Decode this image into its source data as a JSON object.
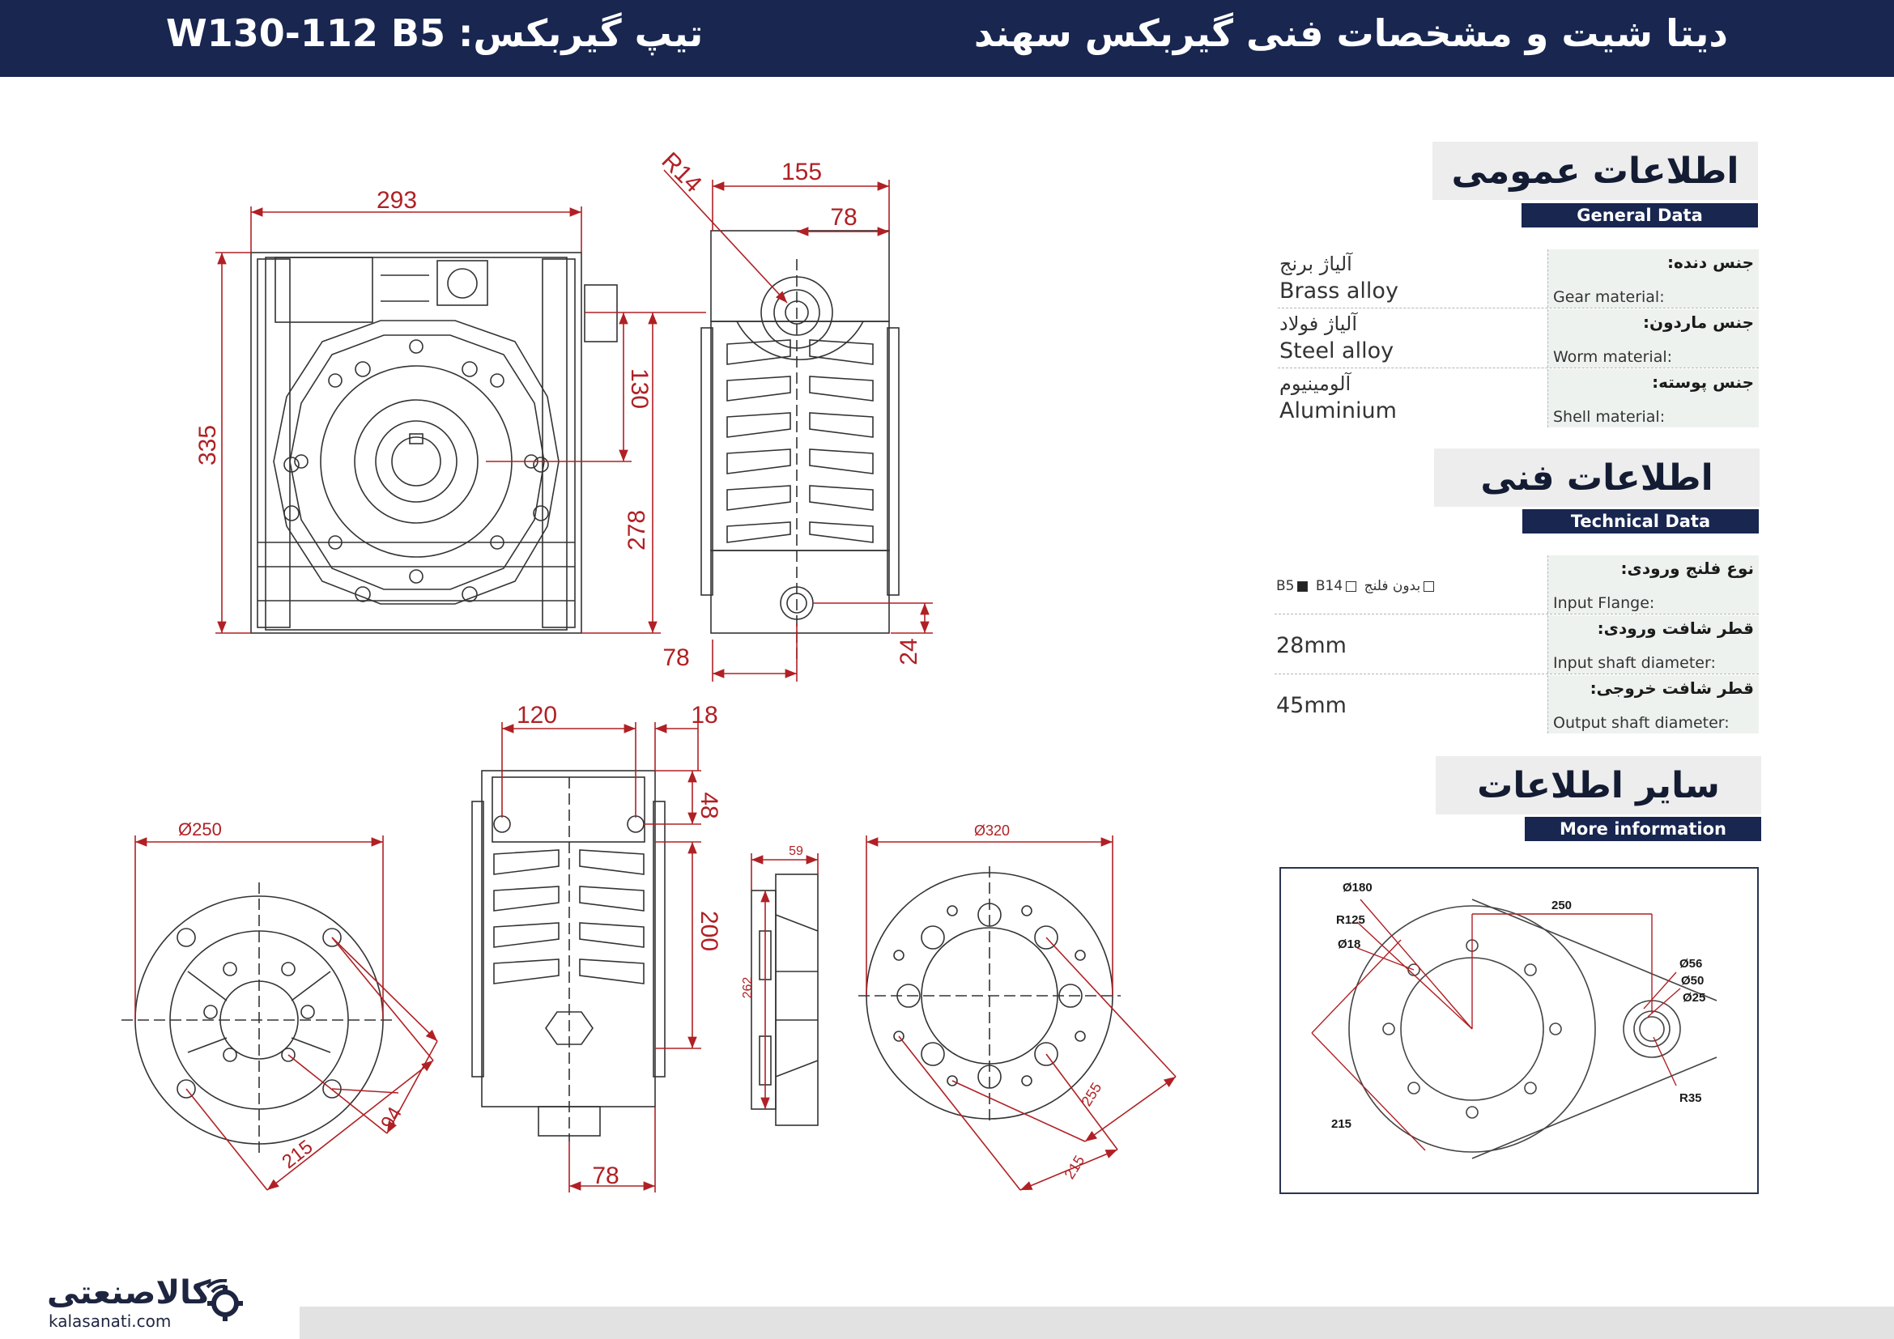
{
  "header": {
    "title": "دیتا شیت و مشخصات فنی گیربکس سهند",
    "gearbox_type": "تیپ گیربکس: W130-112 B5"
  },
  "colors": {
    "navy": "#182650",
    "dim_red": "#b02024",
    "line": "#333333",
    "panel_grey": "#ededed"
  },
  "dimensions": {
    "d293": "293",
    "d155": "155",
    "d78a": "78",
    "r14": "R14",
    "d335": "335",
    "d130": "130",
    "d278": "278",
    "d78b": "78",
    "d24": "24",
    "d120": "120",
    "d18": "18",
    "d48": "48",
    "d200": "200",
    "d78c": "78",
    "dia250": "Ø250",
    "d94": "94",
    "d215a": "215",
    "d59": "59",
    "d262": "262",
    "dia320": "Ø320",
    "d255": "255",
    "d215b": "215"
  },
  "general": {
    "title": "اطلاعات عمومی",
    "subtitle": "General Data",
    "rows": [
      {
        "label_fa": "جنس دنده:",
        "label_en": "Gear material:",
        "value_fa": "آلیاژ برنج",
        "value_en": "Brass alloy"
      },
      {
        "label_fa": "جنس ماردون:",
        "label_en": "Worm material:",
        "value_fa": "آلیاژ فولاد",
        "value_en": "Steel alloy"
      },
      {
        "label_fa": "جنس پوسته:",
        "label_en": "Shell material:",
        "value_fa": "آلومینیوم",
        "value_en": "Aluminium"
      }
    ]
  },
  "technical": {
    "title": "اطلاعات فنی",
    "subtitle": "Technical Data",
    "flange": {
      "label_fa": "نوع فلنج ورودی:",
      "label_en": "Input Flange:",
      "opt_b5": "B5",
      "opt_b14": "B14",
      "opt_none": "بدون فلنج",
      "b5_checked": true,
      "b14_checked": false,
      "none_checked": false
    },
    "input_shaft": {
      "label_fa": "قطر شافت ورودی:",
      "label_en": "Input shaft diameter:",
      "value": "28mm"
    },
    "output_shaft": {
      "label_fa": "قطر شافت خروجی:",
      "label_en": "Output shaft diameter:",
      "value": "45mm"
    }
  },
  "more": {
    "title": "سایر اطلاعات",
    "subtitle": "More information",
    "labels": {
      "dia180": "Ø180",
      "r125": "R125",
      "dia18": "Ø18",
      "d250": "250",
      "dia56": "Ø56",
      "dia50": "Ø50",
      "dia25": "Ø25",
      "r35": "R35",
      "d215": "215"
    }
  },
  "footer": {
    "brand": "کالاصنعتی",
    "url": "kalasanati.com",
    "logo_icon": "gear-signal-icon"
  }
}
